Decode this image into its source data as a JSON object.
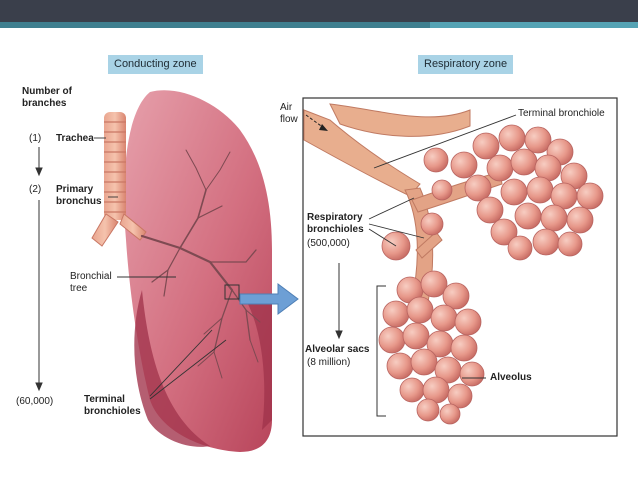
{
  "header": {
    "bar_color": "#3a3f4b",
    "accent_color": "#3f7f8f"
  },
  "zones": {
    "conducting": "Conducting zone",
    "respiratory": "Respiratory zone"
  },
  "left": {
    "number_of_branches": [
      "Number of",
      "branches"
    ],
    "trachea_count": "(1)",
    "trachea": "Trachea",
    "primary_count": "(2)",
    "primary": [
      "Primary",
      "bronchus"
    ],
    "bronchial_tree": [
      "Bronchial",
      "tree"
    ],
    "terminal_count": "(60,000)",
    "terminal": [
      "Terminal",
      "bronchioles"
    ]
  },
  "right": {
    "air_flow": [
      "Air",
      "flow"
    ],
    "terminal_bronchiole": "Terminal bronchiole",
    "respiratory_bronchioles": [
      "Respiratory",
      "bronchioles"
    ],
    "respiratory_count": "(500,000)",
    "alveolar_sacs": "Alveolar sacs",
    "alveolar_count": "(8 million)",
    "alveolus": "Alveolus"
  },
  "colors": {
    "lung": "#c8546a",
    "lung_light": "#e39aa6",
    "alveolus": "#e79a8c",
    "label_box": "#a9d3e6",
    "arrow": "#6d9fd5"
  }
}
